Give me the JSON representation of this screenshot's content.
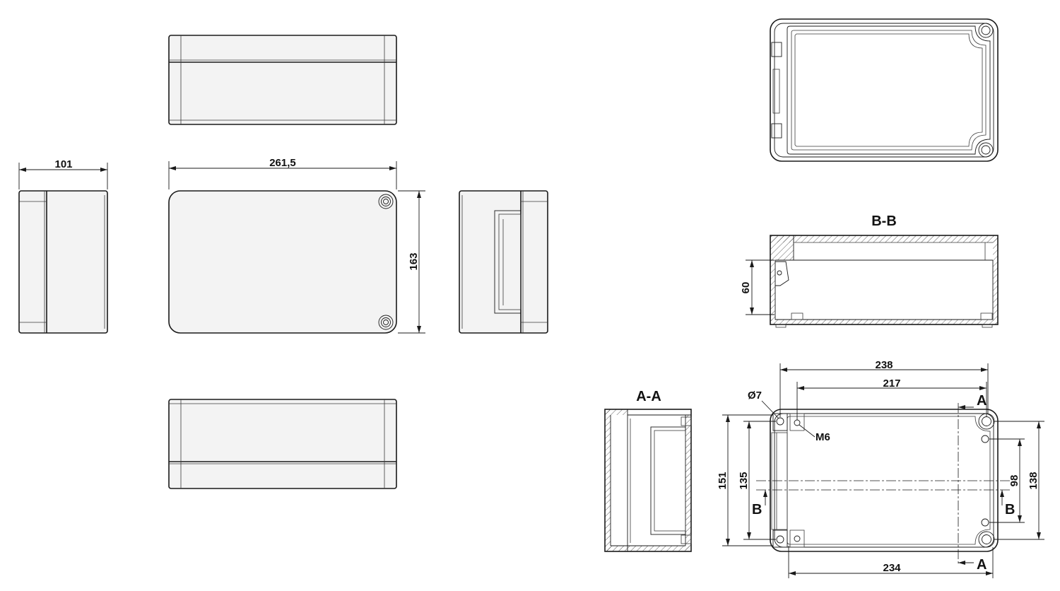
{
  "dimensions": {
    "front_width": "261,5",
    "front_height": "163",
    "side_depth": "101",
    "section_depth": "60",
    "outer_width": "238",
    "inner_width": "217",
    "base_width": "234",
    "height_outer": "151",
    "height_inner": "135",
    "height_right_outer": "138",
    "height_right_inner": "98"
  },
  "callouts": {
    "hole_diameter": "Ø7",
    "thread": "M6"
  },
  "section_labels": {
    "aa_title": "A-A",
    "bb_title": "B-B",
    "a_marker": "A",
    "b_marker": "B"
  }
}
